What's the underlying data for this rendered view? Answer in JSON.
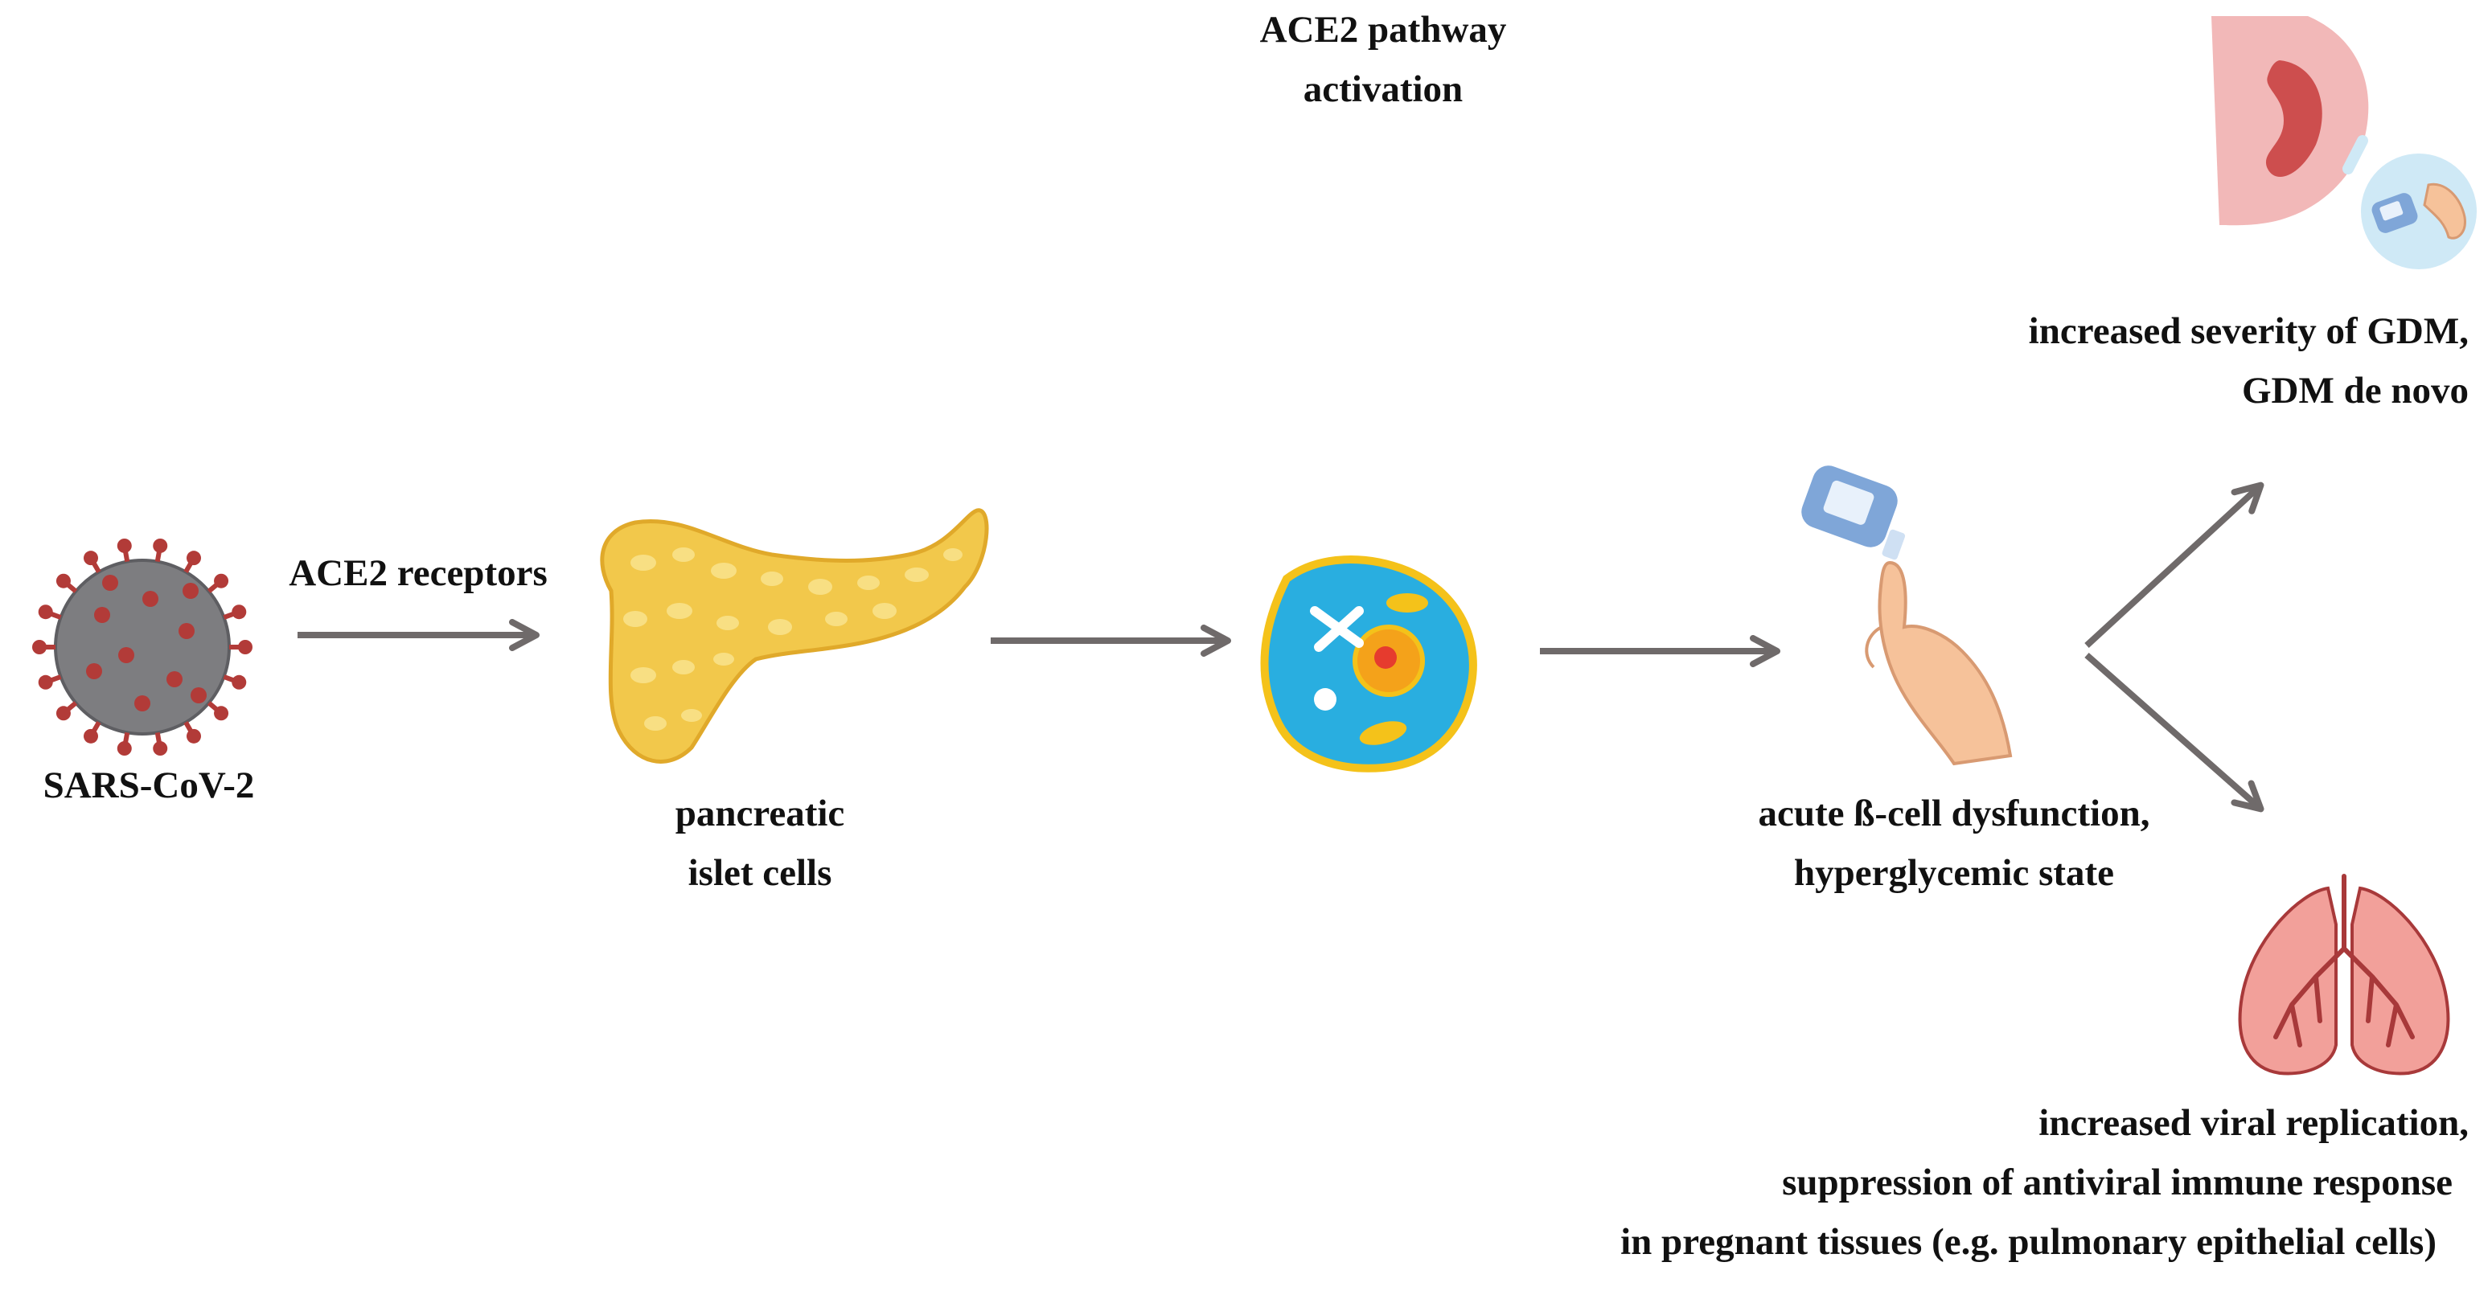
{
  "diagram": {
    "nodes": {
      "virus": {
        "label": "SARS-CoV-2",
        "icon": "coronavirus-icon"
      },
      "pancreas": {
        "label_lines": [
          "pancreatic",
          "islet cells"
        ],
        "icon": "pancreas-icon"
      },
      "cell": {
        "label_lines": [
          "ACE2 pathway",
          "activation"
        ],
        "icon": "cell-icon"
      },
      "glucose": {
        "label_lines": [
          "acute ß-cell dysfunction,",
          "hyperglycemic state"
        ],
        "icon": "glucose-meter-finger-icon"
      },
      "gdm": {
        "label_lines": [
          "increased severity of GDM,",
          "GDM de novo"
        ],
        "icon": "pregnancy-glucose-icon"
      },
      "lungs": {
        "label_lines": [
          "increased viral replication,",
          "suppression of antiviral immune response",
          "in pregnant tissues (e.g. pulmonary epithelial cells)"
        ],
        "icon": "lungs-icon"
      }
    },
    "edges": [
      {
        "from": "virus",
        "to": "pancreas",
        "label": "ACE2 receptors"
      },
      {
        "from": "pancreas",
        "to": "cell",
        "label": ""
      },
      {
        "from": "cell",
        "to": "glucose",
        "label": ""
      },
      {
        "from": "glucose",
        "to": "gdm",
        "label": ""
      },
      {
        "from": "glucose",
        "to": "lungs",
        "label": ""
      }
    ],
    "colors": {
      "arrow": "#6f6a6a",
      "virus_body": "#7d7d80",
      "virus_spike": "#b23b38",
      "pancreas": "#f2c84b",
      "cell_body": "#29aee0",
      "cell_outline": "#f4c21a",
      "skin": "#f6c29a",
      "device": "#7fa6d8",
      "lungs": "#f2a09a",
      "trachea": "#a8393a",
      "bubble": "#cfe9f6"
    }
  }
}
